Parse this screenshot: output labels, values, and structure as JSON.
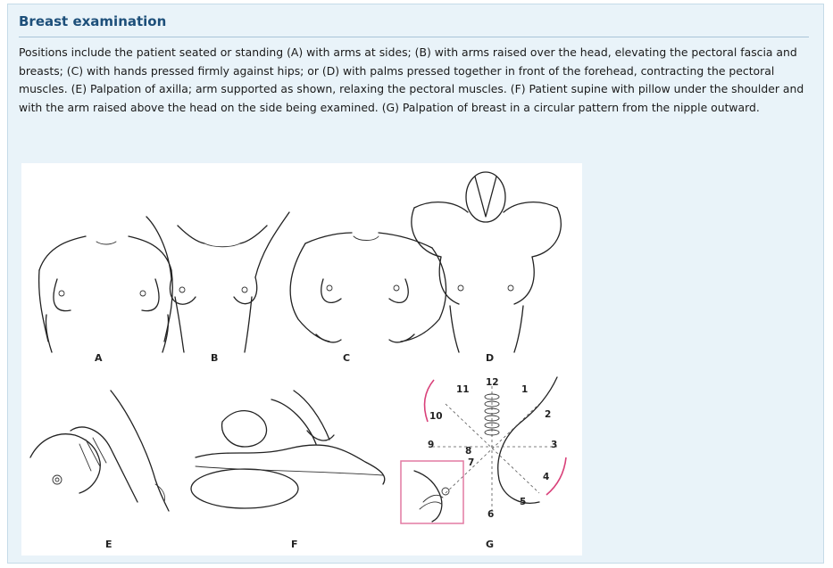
{
  "title": "Breast examination",
  "caption": "Positions include the patient seated or standing (A) with arms at sides; (B) with arms raised over the head, elevating the pectoral fascia and breasts; (C) with hands pressed firmly against hips; or (D) with palms pressed together in front of the forehead, contracting the pectoral muscles. (E) Palpation of axilla; arm supported as shown, relaxing the pectoral muscles. (F) Patient supine with pillow under the shoulder and with the arm raised above the head on the side being examined. (G) Palpation of breast in a circular pattern from the nipple outward.",
  "figure": {
    "panels": [
      {
        "label": "A"
      },
      {
        "label": "B"
      },
      {
        "label": "C"
      },
      {
        "label": "D"
      },
      {
        "label": "E"
      },
      {
        "label": "F"
      },
      {
        "label": "G"
      }
    ],
    "clock_numbers": [
      "1",
      "2",
      "3",
      "4",
      "5",
      "6",
      "7",
      "8",
      "9",
      "10",
      "11",
      "12"
    ]
  }
}
